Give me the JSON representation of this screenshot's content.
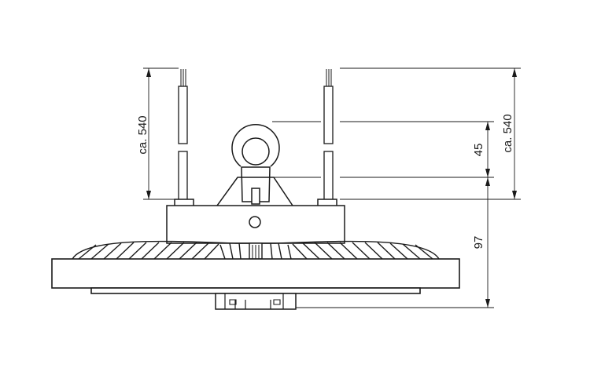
{
  "drawing": {
    "dimensions": {
      "left_cable_length": "ca. 540",
      "right_cable_length": "ca. 540",
      "eye_height": "45",
      "body_height": "97"
    },
    "line_color": "#1a1a1a",
    "background": "#ffffff"
  }
}
